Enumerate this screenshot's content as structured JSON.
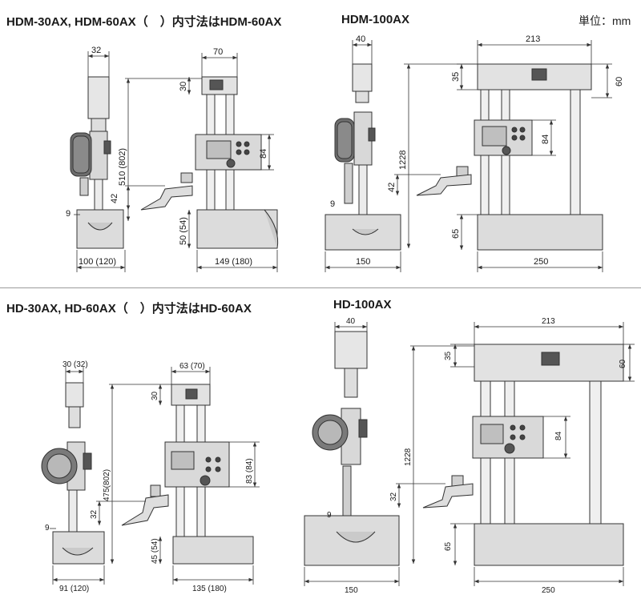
{
  "unit_label": "単位：mm",
  "sections": {
    "hdm_small": {
      "title": "HDM-30AX, HDM-60AX（　）内寸法はHDM-60AX",
      "dims": {
        "top_width": "32",
        "head_width": "70",
        "head_height": "30",
        "total_height": "510 (802)",
        "display_height": "84",
        "jaw_height": "42",
        "jaw_offset": "9",
        "base_height": "50 (54)",
        "base_depth": "100 (120)",
        "base_width": "149 (180)"
      }
    },
    "hdm_large": {
      "title": "HDM-100AX",
      "dims": {
        "top_width": "40",
        "beam_width": "213",
        "beam_height": "35",
        "beam_depth": "60",
        "total_height": "1228",
        "display_height": "84",
        "jaw_height": "42",
        "jaw_offset": "9",
        "base_height": "65",
        "base_depth": "150",
        "base_width": "250"
      }
    },
    "hd_small": {
      "title": "HD-30AX, HD-60AX（　）内寸法はHD-60AX",
      "dims": {
        "top_width": "30 (32)",
        "head_width": "63 (70)",
        "head_height": "30",
        "total_height": "475(802)",
        "display_height": "83 (84)",
        "jaw_height": "32",
        "jaw_offset": "9",
        "base_height": "45 (54)",
        "base_depth": "91 (120)",
        "base_width": "135 (180)"
      }
    },
    "hd_large": {
      "title": "HD-100AX",
      "dims": {
        "top_width": "40",
        "beam_width": "213",
        "beam_height": "35",
        "beam_depth": "60",
        "total_height": "1228",
        "display_height": "84",
        "jaw_height": "32",
        "jaw_offset": "9",
        "base_height": "65",
        "base_depth": "150",
        "base_width": "250"
      }
    }
  }
}
